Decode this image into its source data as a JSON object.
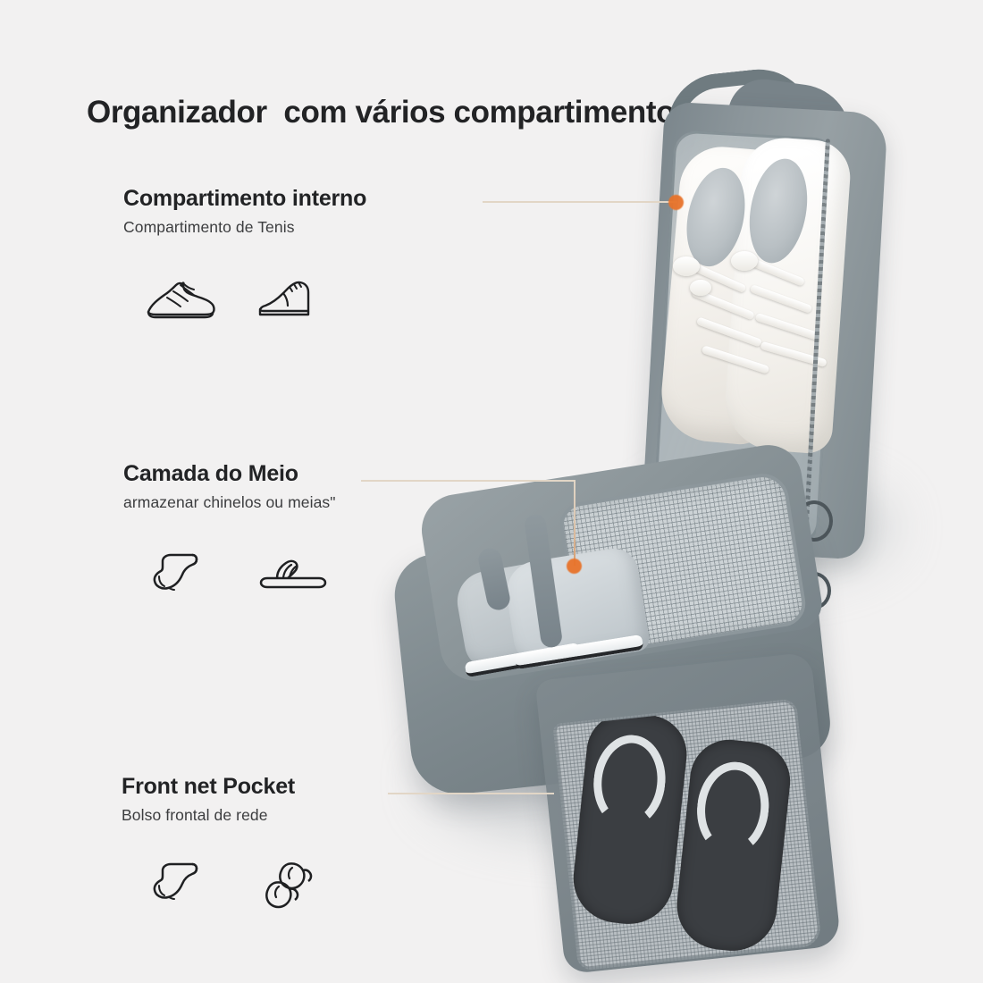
{
  "page": {
    "title": "Organizador  com vários compartimentos",
    "background_color": "#f2f1f1",
    "accent_color": "#e8732a",
    "connector_color": "#e2d6c6",
    "heading_color": "#222325",
    "subtext_color": "#3c3d3f"
  },
  "features": [
    {
      "id": "inner-compartment",
      "title": "Compartimento interno",
      "subtitle": "Compartimento de Tenis",
      "icons": [
        {
          "name": "sneaker-icon",
          "label": "sneaker"
        },
        {
          "name": "dress-shoe-icon",
          "label": "dress shoe"
        }
      ]
    },
    {
      "id": "middle-layer",
      "title": "Camada do Meio",
      "subtitle": "armazenar chinelos ou meias\"",
      "icons": [
        {
          "name": "sock-icon",
          "label": "sock"
        },
        {
          "name": "slide-sandal-icon",
          "label": "slide sandal"
        }
      ]
    },
    {
      "id": "front-net-pocket",
      "title": "Front net Pocket",
      "subtitle": "Bolso frontal de rede",
      "icons": [
        {
          "name": "sock-icon",
          "label": "sock"
        },
        {
          "name": "flip-flops-icon",
          "label": "flip flops pair"
        }
      ]
    }
  ],
  "product": {
    "name": "shoe-organizer-bag",
    "body_color": "#7f8a8f",
    "parts": [
      {
        "name": "carry-handle",
        "label": "carry handle"
      },
      {
        "name": "top-compartment",
        "label": "top shoe compartment"
      },
      {
        "name": "white-sneakers",
        "label": "white sneakers"
      },
      {
        "name": "middle-layer-compartment",
        "label": "middle mesh layer"
      },
      {
        "name": "grey-sneakers",
        "label": "grey canvas sneakers"
      },
      {
        "name": "front-net-pocket",
        "label": "front net pocket"
      },
      {
        "name": "flip-flops",
        "label": "flip flops"
      },
      {
        "name": "zipper-pull-ring",
        "label": "zipper pull ring"
      }
    ]
  }
}
